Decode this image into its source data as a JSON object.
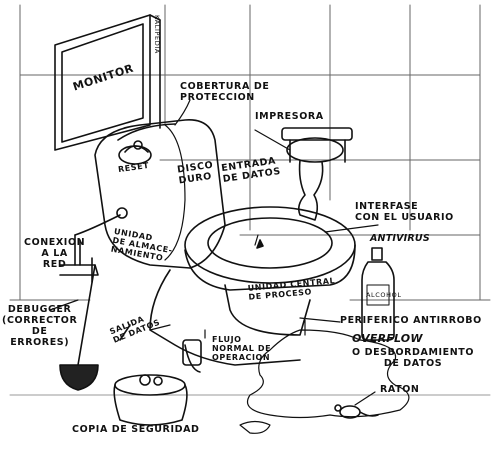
{
  "labels": {
    "monitor": "MONITOR",
    "kalipedia": "Kalipedia",
    "cobertura": "COBERTURA DE\nPROTECCION",
    "impresora": "IMPRESORA",
    "reset": "RESET",
    "disco_duro": "DISCO\nDURO",
    "entrada_datos": "ENTRADA\nDE DATOS",
    "interfase": "INTERFASE\nCON EL USUARIO",
    "antivirus": "ANTIVIRUS",
    "alcohol": "ALCOHOL",
    "conexion_red": "CONEXION\nA LA\nRED",
    "unidad_almacenamiento": "UNIDAD\nDE ALMACE-\nNAMIENTO",
    "unidad_central": "UNIDAD CENTRAL\nDE PROCESO",
    "debugger": "DEBUGGER\n(CORRECTOR\nDE\nERRORES)",
    "salida_datos": "SALIDA\nDE DATOS",
    "flujo_normal": "FLUJO\nNORMAL DE\nOPERACION",
    "periferico": "PERIFERICO ANTIRROBO",
    "overflow": "OVERFLOW",
    "desbordamiento": "O DESBORDAMIENTO\nDE DATOS",
    "raton": "RATON",
    "copia_seguridad": "COPIA DE SEGURIDAD"
  }
}
